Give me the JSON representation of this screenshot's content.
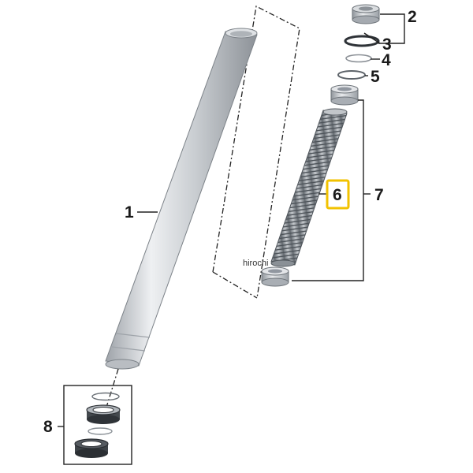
{
  "callouts": {
    "c1": "1",
    "c2": "2",
    "c3": "3",
    "c4": "4",
    "c5": "5",
    "c6": "6",
    "c7": "7",
    "c8": "8"
  },
  "watermark": "hirochi",
  "colors": {
    "highlight_box": "#f2c200",
    "tube_light": "#e6e8ea",
    "tube_mid": "#c9ccd0",
    "tube_dark": "#9da2a8",
    "rubber": "#3b3f44",
    "leader": "#222222"
  }
}
